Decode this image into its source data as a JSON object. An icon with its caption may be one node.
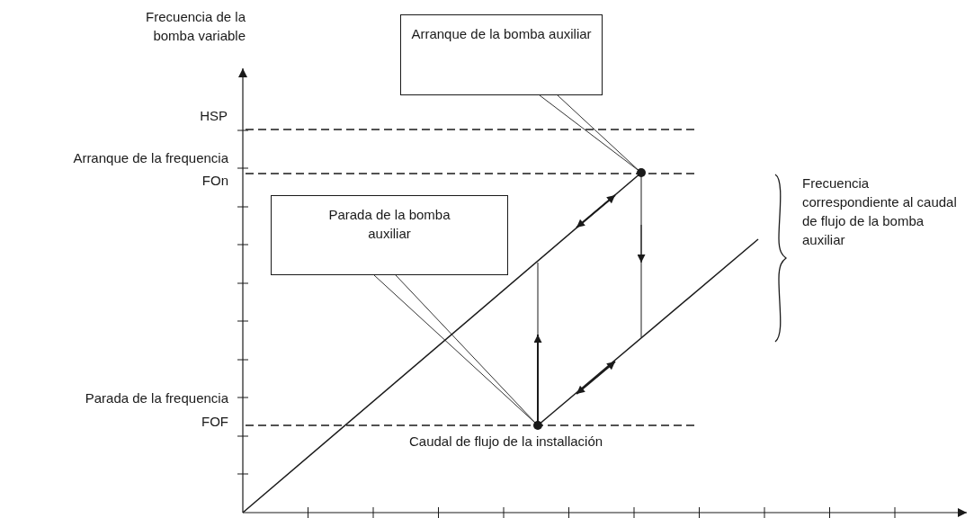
{
  "diagram": {
    "nodes": [
      {
        "text": [
          "Arranque de la bomba auxiliar"
        ]
      },
      {
        "text": [
          "Parada de la bomba auxiliar"
        ]
      },
      {
        "text": [],
        "shape": "circle"
      },
      {
        "text": [],
        "shape": "circle"
      }
    ],
    "edges": [
      {
        "from": 0,
        "to": 2,
        "arrow": "none"
      },
      {
        "from": 1,
        "to": 3,
        "arrow": "none"
      }
    ],
    "labels": [
      "Frecuencia de la bomba variable",
      "HSP",
      "Arranque de la frequencia",
      "FOn",
      "Frecuencia correspondiente al caudal de flujo de la bomba auxiliar",
      "Parada de la frequencia",
      "FOF",
      "Caudal de flujo de la installación"
    ]
  }
}
